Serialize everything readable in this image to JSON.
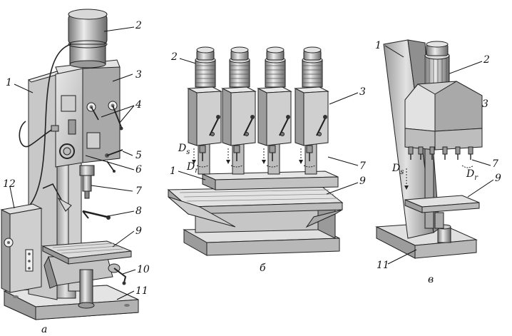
{
  "figures": [
    {
      "id": "a",
      "caption": "а",
      "callouts": [
        "1",
        "2",
        "3",
        "4",
        "5",
        "6",
        "7",
        "8",
        "9",
        "10",
        "11",
        "12"
      ]
    },
    {
      "id": "b",
      "caption": "б",
      "callouts": [
        "1",
        "2",
        "3",
        "7",
        "9"
      ],
      "motion_labels": {
        "feed": "D",
        "feed_sub": "s",
        "rotation": "D",
        "rotation_sub": "r"
      }
    },
    {
      "id": "c",
      "caption": "в",
      "callouts": [
        "1",
        "2",
        "3",
        "7",
        "9",
        "11"
      ],
      "motion_labels": {
        "feed": "D",
        "feed_sub": "s",
        "rotation": "D",
        "rotation_sub": "r"
      }
    }
  ],
  "colors": {
    "light": "#dedede",
    "mid": "#b9b9b9",
    "dark": "#8c8c8c",
    "darker": "#6a6a6a",
    "outline": "#222222"
  }
}
